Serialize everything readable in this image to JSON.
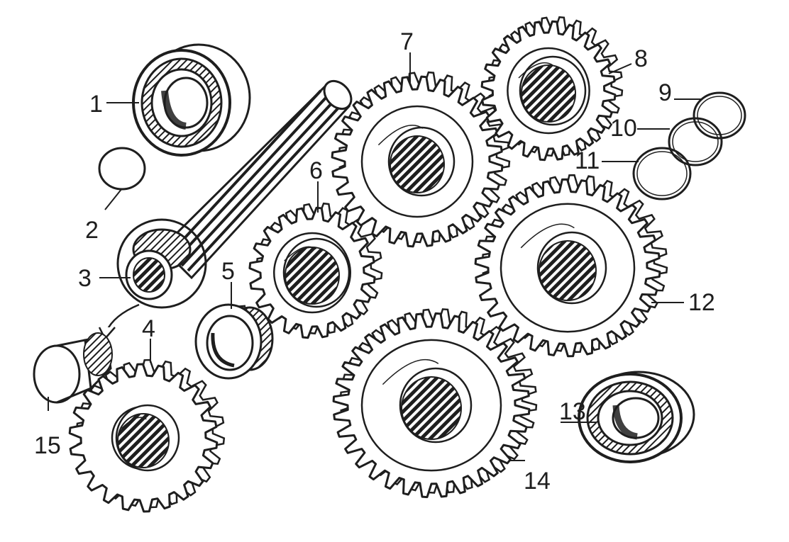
{
  "diagram": {
    "type": "exploded-parts-diagram",
    "ink_color": "#1e1e1e",
    "background": "#ffffff",
    "callouts": [
      {
        "id": "1",
        "label": "1",
        "part": "roller-bearing"
      },
      {
        "id": "2",
        "label": "2",
        "part": "snap-ring"
      },
      {
        "id": "3",
        "label": "3",
        "part": "splined-shaft"
      },
      {
        "id": "4",
        "label": "4",
        "part": "small-gear"
      },
      {
        "id": "5",
        "label": "5",
        "part": "bushing"
      },
      {
        "id": "6",
        "label": "6",
        "part": "spur-gear"
      },
      {
        "id": "7",
        "label": "7",
        "part": "large-gear"
      },
      {
        "id": "8",
        "label": "8",
        "part": "spur-gear"
      },
      {
        "id": "9",
        "label": "9",
        "part": "ring"
      },
      {
        "id": "10",
        "label": "10",
        "part": "ring"
      },
      {
        "id": "11",
        "label": "11",
        "part": "ring"
      },
      {
        "id": "12",
        "label": "12",
        "part": "large-gear"
      },
      {
        "id": "13",
        "label": "13",
        "part": "roller-bearing"
      },
      {
        "id": "14",
        "label": "14",
        "part": "large-gear"
      },
      {
        "id": "15",
        "label": "15",
        "part": "shaft-end-detail"
      }
    ]
  }
}
